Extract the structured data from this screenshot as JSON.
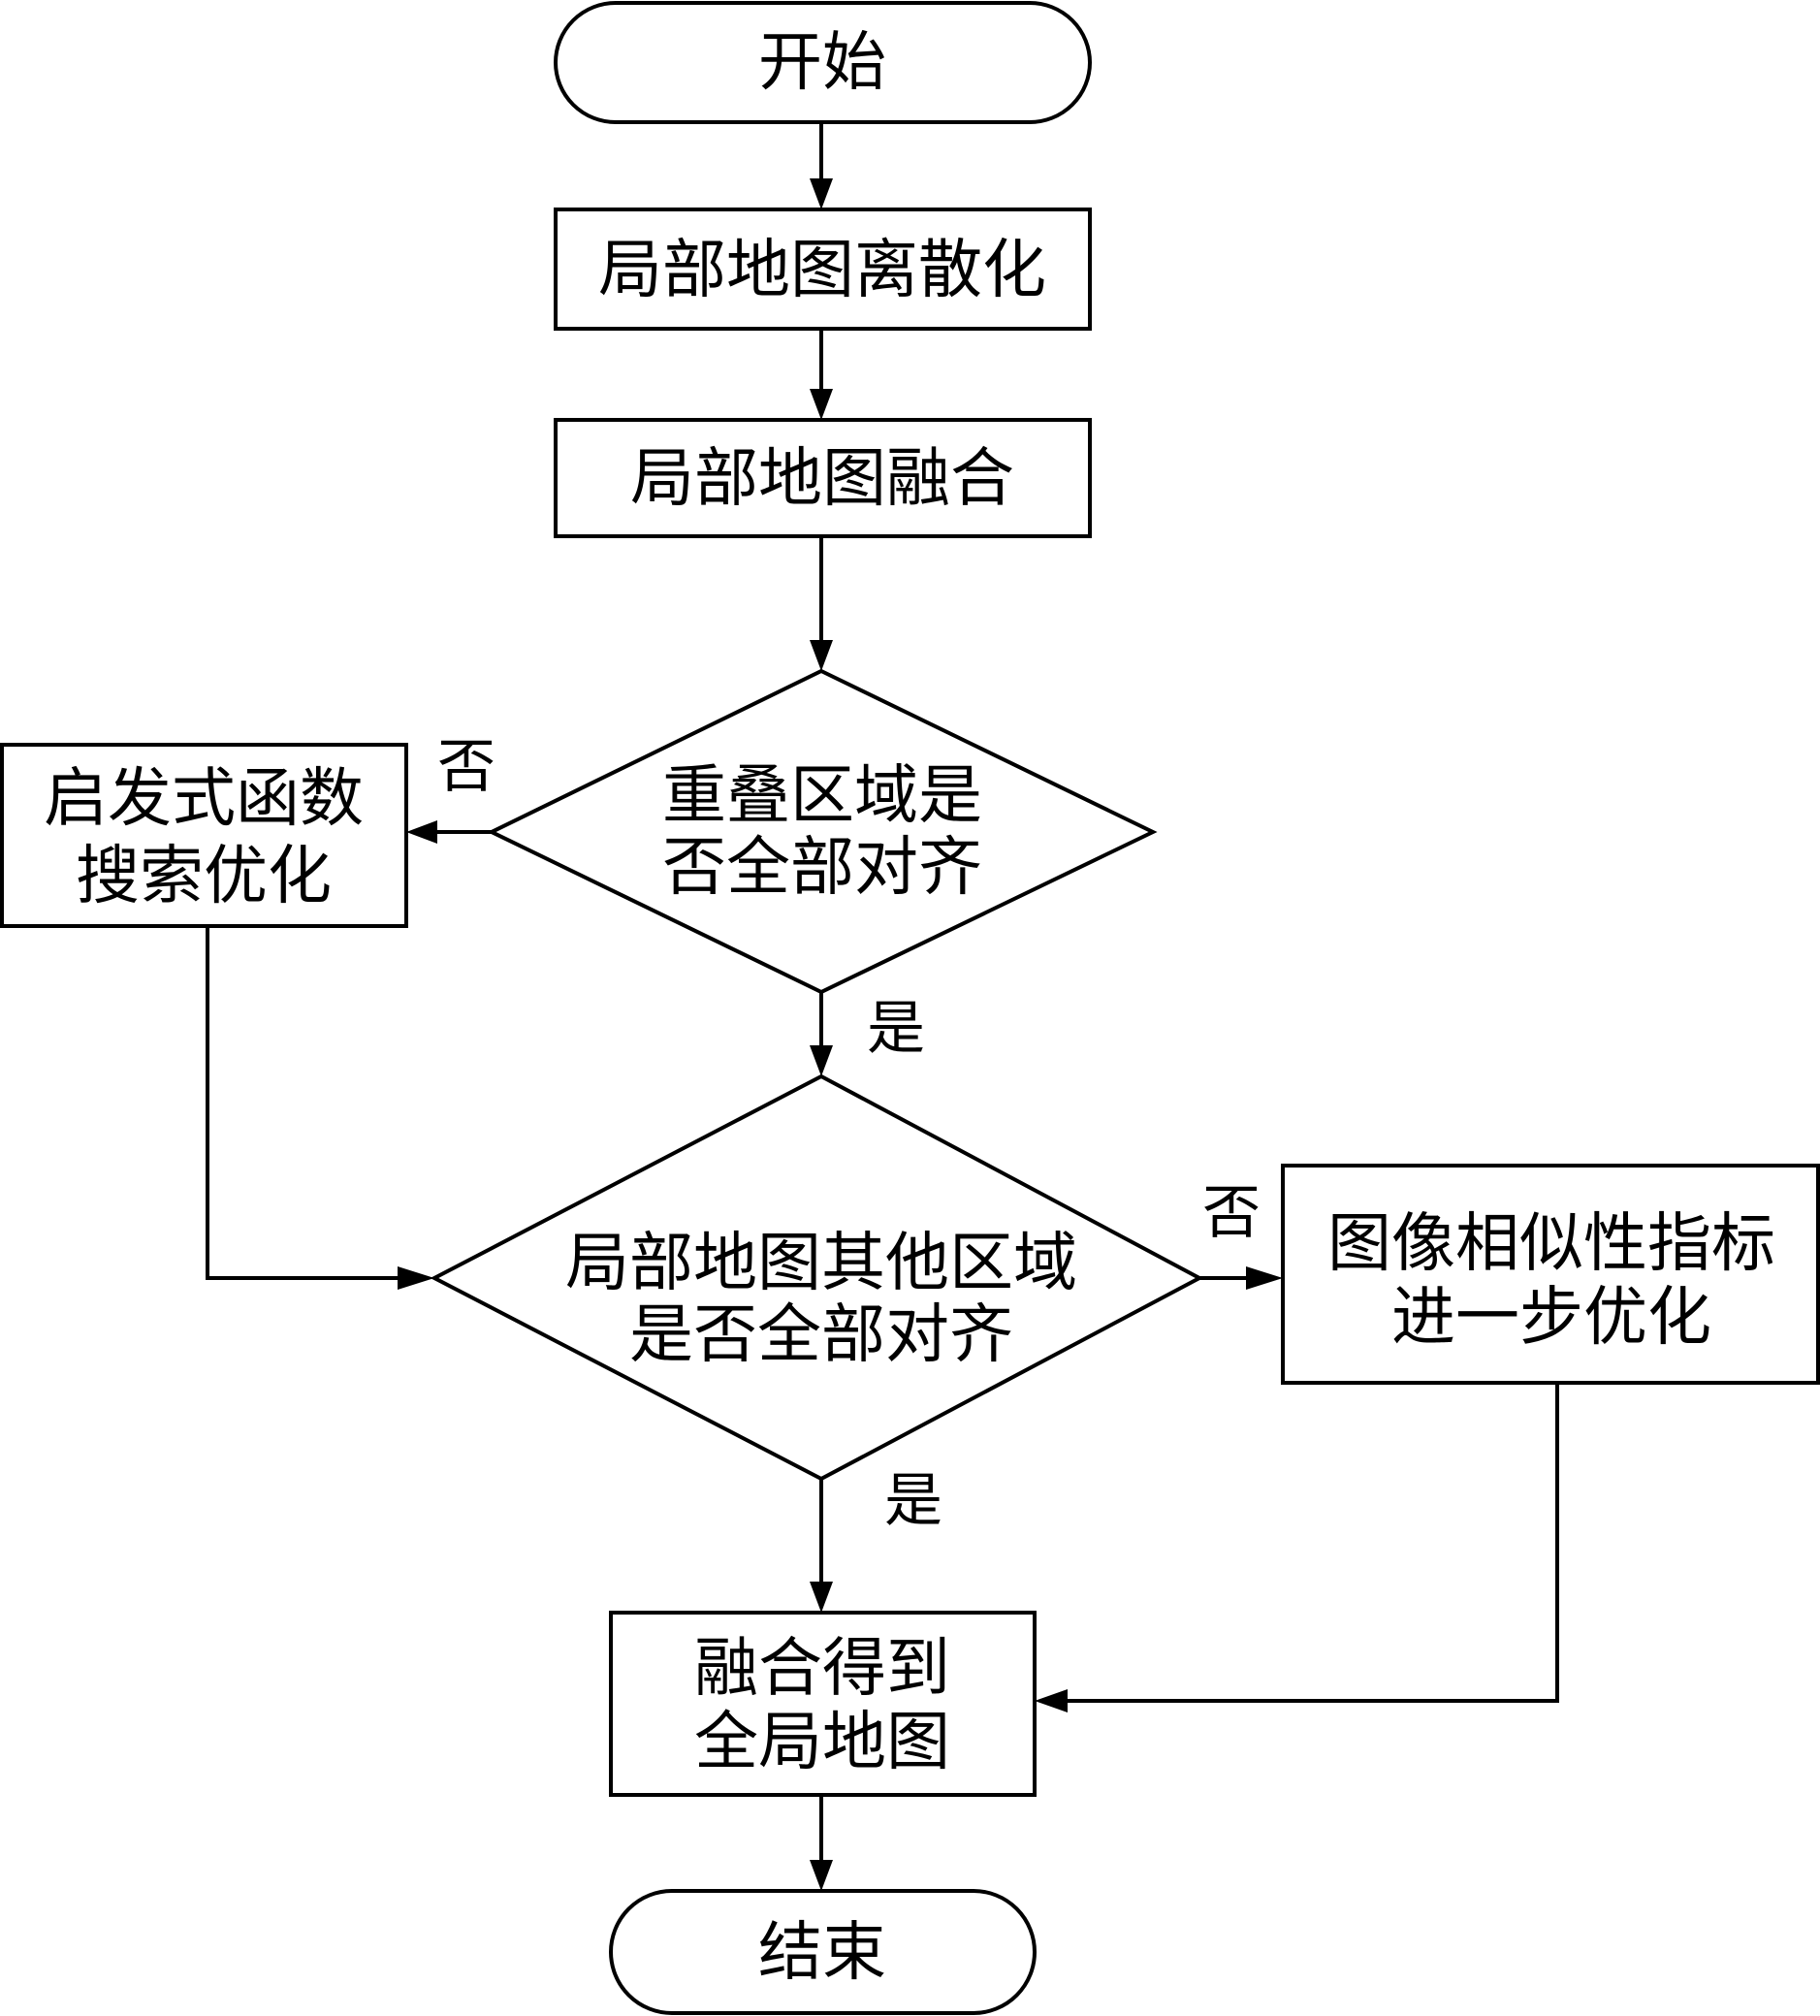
{
  "diagram": {
    "type": "flowchart",
    "colors": {
      "stroke": "#000000",
      "fill": "#ffffff",
      "text": "#000000"
    },
    "nodes": [
      {
        "id": "start",
        "shape": "terminator",
        "lines": [
          "开始"
        ]
      },
      {
        "id": "discretize",
        "shape": "process",
        "lines": [
          "局部地图离散化"
        ]
      },
      {
        "id": "fuse-local",
        "shape": "process",
        "lines": [
          "局部地图融合"
        ]
      },
      {
        "id": "overlap-check",
        "shape": "decision",
        "lines": [
          "重叠区域是",
          "否全部对齐"
        ]
      },
      {
        "id": "heuristic-opt",
        "shape": "process",
        "lines": [
          "启发式函数",
          "搜索优化"
        ]
      },
      {
        "id": "other-region-check",
        "shape": "decision",
        "lines": [
          "局部地图其他区域",
          "是否全部对齐"
        ]
      },
      {
        "id": "similarity-opt",
        "shape": "process",
        "lines": [
          "图像相似性指标",
          "进一步优化"
        ]
      },
      {
        "id": "fuse-global",
        "shape": "process",
        "lines": [
          "融合得到",
          "全局地图"
        ]
      },
      {
        "id": "end",
        "shape": "terminator",
        "lines": [
          "结束"
        ]
      }
    ],
    "edges": [
      {
        "from": "start",
        "to": "discretize",
        "label": ""
      },
      {
        "from": "discretize",
        "to": "fuse-local",
        "label": ""
      },
      {
        "from": "fuse-local",
        "to": "overlap-check",
        "label": ""
      },
      {
        "from": "overlap-check",
        "to": "heuristic-opt",
        "label": "否"
      },
      {
        "from": "overlap-check",
        "to": "other-region-check",
        "label": "是"
      },
      {
        "from": "heuristic-opt",
        "to": "other-region-check",
        "label": ""
      },
      {
        "from": "other-region-check",
        "to": "similarity-opt",
        "label": "否"
      },
      {
        "from": "other-region-check",
        "to": "fuse-global",
        "label": "是"
      },
      {
        "from": "similarity-opt",
        "to": "fuse-global",
        "label": ""
      },
      {
        "from": "fuse-global",
        "to": "end",
        "label": ""
      }
    ]
  }
}
